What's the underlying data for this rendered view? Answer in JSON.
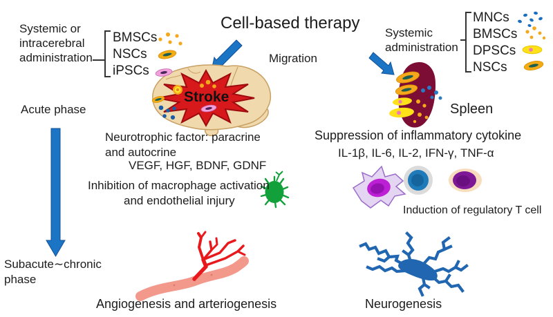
{
  "title": "Cell-based therapy",
  "left_admin": {
    "lines": [
      "Systemic or",
      "intracerebral",
      "administration"
    ],
    "cells": [
      "BMSCs",
      "NSCs",
      "iPSCs"
    ]
  },
  "right_admin": {
    "lines": [
      "Systemic",
      "administration"
    ],
    "cells": [
      "MNCs",
      "BMSCs",
      "DPSCs",
      "NSCs"
    ]
  },
  "labels": {
    "migration": "Migration",
    "stroke": "Stroke",
    "spleen": "Spleen",
    "acute_phase": "Acute phase"
  },
  "neurotrophic": {
    "line1": "Neurotrophic factor: paracrine",
    "line2": "and autocrine",
    "factors": "VEGF, HGF, BDNF, GDNF"
  },
  "inhibition": {
    "line1": "Inhibition of macrophage activation",
    "line2": "and endothelial injury"
  },
  "suppression": {
    "title": "Suppression of inflammatory cytokine",
    "cytokines": "IL-1β, IL-6, IL-2, IFN-γ, TNF-α",
    "induction": "Induction of regulatory T cell"
  },
  "phases": {
    "subacute_line1": "Subacute∼chronic",
    "subacute_line2": "phase"
  },
  "bottom": {
    "angiogenesis": "Angiogenesis and arteriogenesis",
    "neurogenesis": "Neurogenesis"
  },
  "palette": {
    "arrow_blue": "#1C74C4",
    "brain_tan": "#F0D9AC",
    "brain_outline": "#C8A064",
    "stroke_star_red": "#D7191C",
    "spleen_maroon": "#7C0D34",
    "macrophage_green": "#12A03B",
    "vessel_pink": "#F2998C",
    "artery_red": "#E8191C",
    "neuron_blue": "#2066B0",
    "cell_orange": "#F5A81C",
    "cell_yellow": "#FFE11A",
    "cell_pink": "#F2A0DC",
    "dot_blue": "#1B6FC0",
    "nucleus_teal": "#1C5E50",
    "treg_purple": "#7E1896",
    "tcell_blue": "#1E7AB8",
    "dendritic_lavender": "#E4D6F2"
  }
}
